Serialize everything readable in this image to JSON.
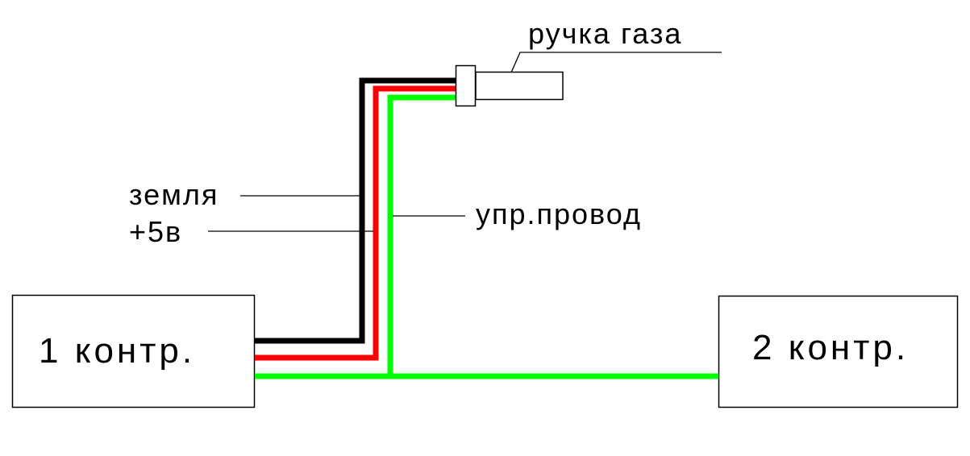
{
  "labels": {
    "throttle": "ручка газа",
    "ground": "земля",
    "plus5v": "+5в",
    "control_wire": "упр.провод",
    "controller1": "1 контр.",
    "controller2": "2 контр."
  },
  "colors": {
    "ground_wire": "#000000",
    "power_wire": "#ff0000",
    "signal_wire": "#00ff00"
  }
}
